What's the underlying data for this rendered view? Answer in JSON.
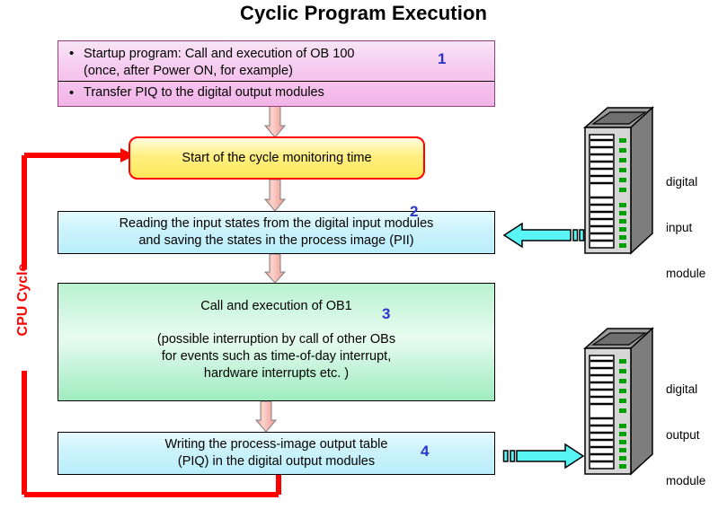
{
  "title": "Cyclic Program Execution",
  "colors": {
    "startup_box_fill": "#f2b4e8",
    "startup_box_border": "#9a3f7a",
    "cycle_box_fill": "#ffe95c",
    "cycle_box_border": "#ff0000",
    "io_box_fill": "#b9eefb",
    "ob1_box_fill": "#9fecc0",
    "step_number": "#2b34c8",
    "loop_line": "#ff0000",
    "flow_arrow": "#f5a8a0",
    "signal_arrow": "#59f5f5",
    "module_led": "#00a000"
  },
  "steps": {
    "startup": {
      "number": "1",
      "bullets": [
        {
          "marker": "•",
          "lines": [
            "Startup program: Call and execution of OB 100",
            "(once, after Power ON, for example)"
          ]
        },
        {
          "marker": "•",
          "lines": [
            "Transfer PIQ to the digital output modules"
          ]
        }
      ]
    },
    "cycle_start": {
      "lines": [
        "Start of the cycle monitoring time"
      ]
    },
    "read_inputs": {
      "number": "2",
      "lines": [
        "Reading the input states from the digital input modules",
        "and saving the states in the process image (PII)"
      ]
    },
    "ob1": {
      "number": "3",
      "lines_primary": [
        "Call and execution of OB1"
      ],
      "lines_secondary": [
        "(possible interruption by call of other OBs",
        "for events such as time-of-day interrupt,",
        "hardware interrupts etc. )"
      ]
    },
    "write_outputs": {
      "number": "4",
      "lines": [
        "Writing the process-image output table",
        "(PIQ) in the digital output modules"
      ]
    }
  },
  "loop": {
    "label": "CPU Cycle"
  },
  "modules": {
    "input": {
      "label_lines": [
        "digital",
        "input",
        "module"
      ],
      "arrow_direction": "left"
    },
    "output": {
      "label_lines": [
        "digital",
        "output",
        "module"
      ],
      "arrow_direction": "right"
    }
  },
  "icons": {
    "flow_arrow": "down-arrow-icon",
    "input_signal": "left-arrow-icon",
    "output_signal": "right-arrow-icon",
    "module": "io-module-icon"
  }
}
